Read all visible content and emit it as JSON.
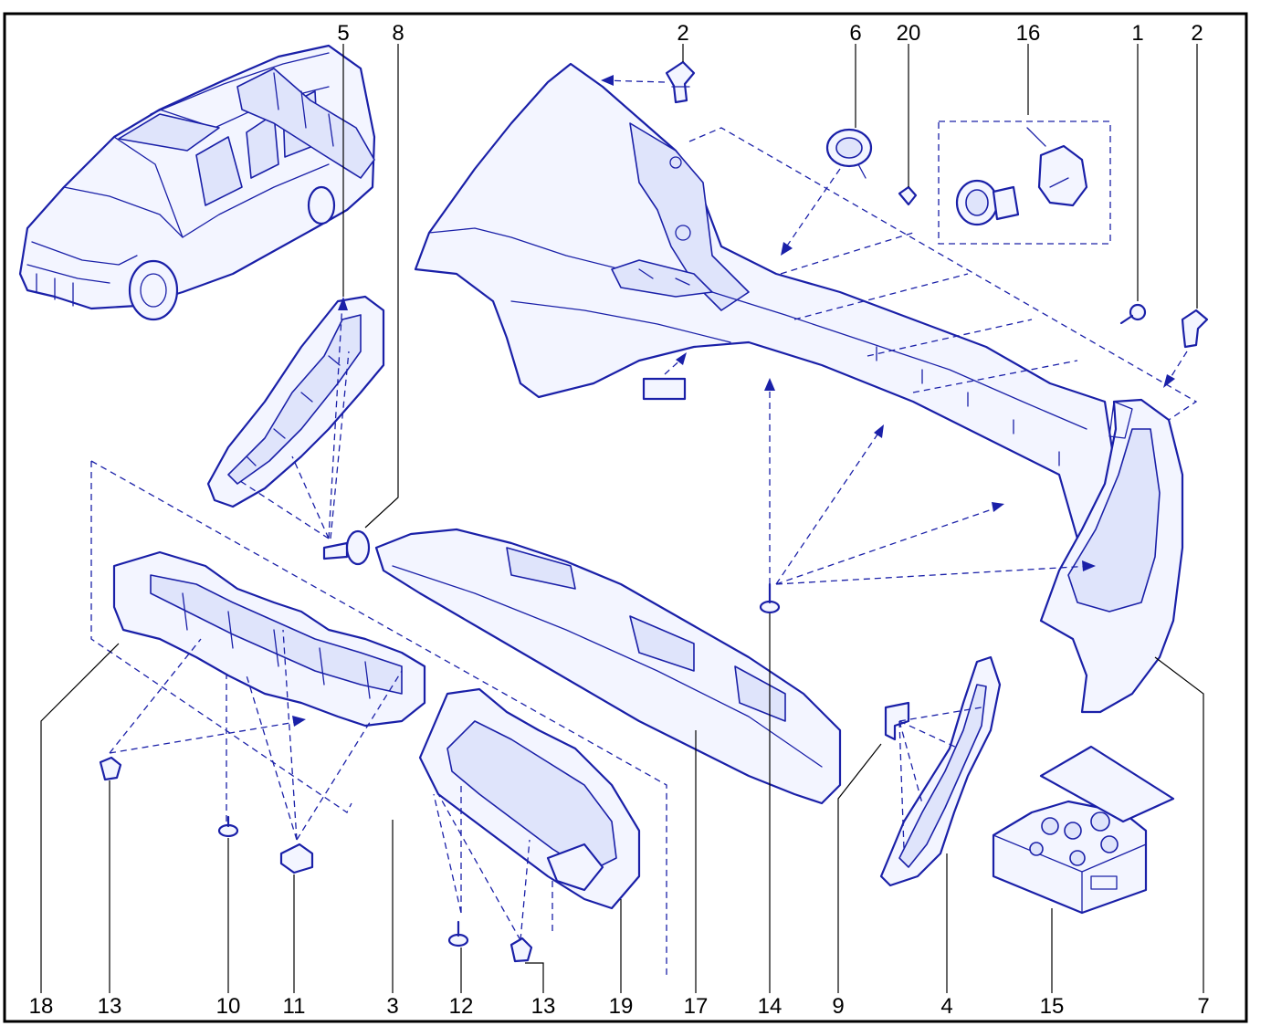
{
  "callouts": {
    "top": [
      "5",
      "8",
      "2",
      "6",
      "20",
      "16",
      "1",
      "2"
    ],
    "bottom": [
      "18",
      "13",
      "10",
      "11",
      "3",
      "12",
      "13",
      "19",
      "17",
      "14",
      "9",
      "4",
      "15",
      "7"
    ]
  },
  "colors": {
    "ink": "#1a20a8",
    "frame": "#000000",
    "background": "#ffffff"
  }
}
